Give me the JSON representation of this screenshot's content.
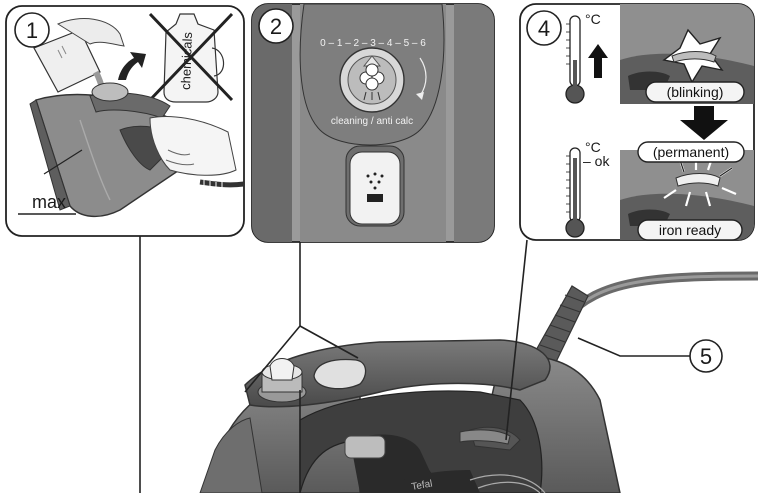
{
  "step1": {
    "number": "1",
    "max_label": "max",
    "chemicals_label": "chemicals"
  },
  "step2": {
    "number": "2",
    "dial_scale": "0 – 1 – 2 – 3 – 4 – 5 – 6",
    "dial_caption": "cleaning / anti calc"
  },
  "step4": {
    "number": "4",
    "unit_top": "°C",
    "unit_bottom": "°C",
    "ok_label": "– ok",
    "blinking_label": "(blinking)",
    "permanent_label": "(permanent)",
    "ready_label": "iron ready"
  },
  "callout5": {
    "number": "5"
  },
  "brand": "Tefal"
}
